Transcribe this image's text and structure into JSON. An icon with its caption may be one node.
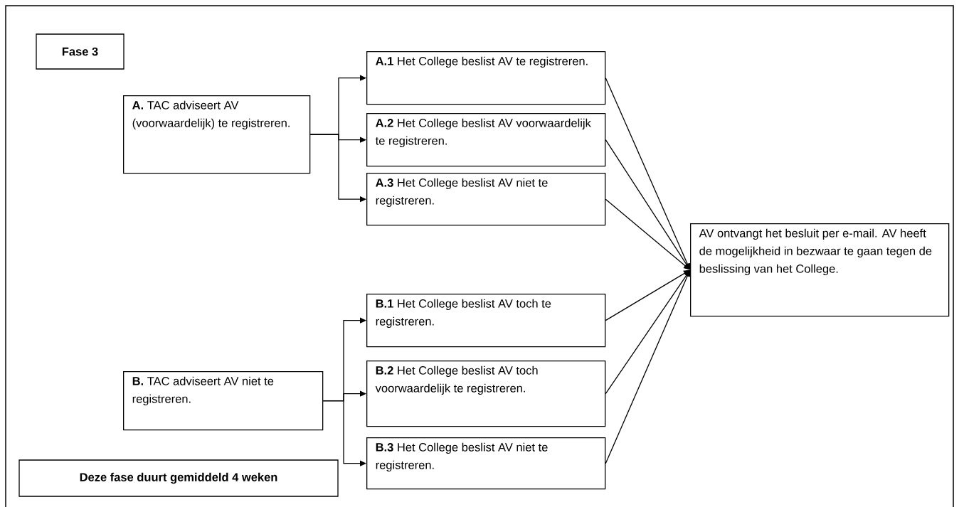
{
  "diagram": {
    "nodes": [
      {
        "text": [
          "Fase 3"
        ]
      },
      {
        "text": [
          "**A.** TAC adviseert AV (voorwaardelijk) te registreren."
        ]
      },
      {
        "text": [
          "**A.1** Het College beslist AV te registreren."
        ]
      },
      {
        "text": [
          "**A.2** Het College beslist AV voorwaardelijk te registreren."
        ]
      },
      {
        "text": [
          "**A.3** Het College beslist AV niet te registreren."
        ]
      },
      {
        "text": [
          "AV ontvangt het besluit per e-mail. AV heeft de mogelijkheid in bezwaar te gaan tegen de beslissing van het College."
        ]
      },
      {
        "text": [
          "**B.** TAC adviseert AV niet te registreren."
        ]
      },
      {
        "text": [
          "**B.1** Het College beslist AV toch te registreren."
        ]
      },
      {
        "text": [
          "**B.2** Het College beslist AV toch voorwaardelijk te registreren."
        ]
      },
      {
        "text": [
          "**B.3** Het College beslist AV niet te registreren."
        ]
      },
      {
        "text": [
          "Deze fase duurt gemiddeld 4 weken"
        ]
      }
    ],
    "edges": [
      {
        "from": 1,
        "to": 2,
        "arrow": "to"
      },
      {
        "from": 1,
        "to": 3,
        "arrow": "to"
      },
      {
        "from": 1,
        "to": 4,
        "arrow": "to"
      },
      {
        "from": 6,
        "to": 7,
        "arrow": "to"
      },
      {
        "from": 6,
        "to": 8,
        "arrow": "to"
      },
      {
        "from": 6,
        "to": 9,
        "arrow": "to"
      },
      {
        "from": 2,
        "to": 5,
        "arrow": "to"
      },
      {
        "from": 3,
        "to": 5,
        "arrow": "to"
      },
      {
        "from": 4,
        "to": 5,
        "arrow": "to"
      },
      {
        "from": 7,
        "to": 5,
        "arrow": "to"
      },
      {
        "from": 8,
        "to": 5,
        "arrow": "to"
      },
      {
        "from": 9,
        "to": 5,
        "arrow": "to"
      }
    ]
  }
}
